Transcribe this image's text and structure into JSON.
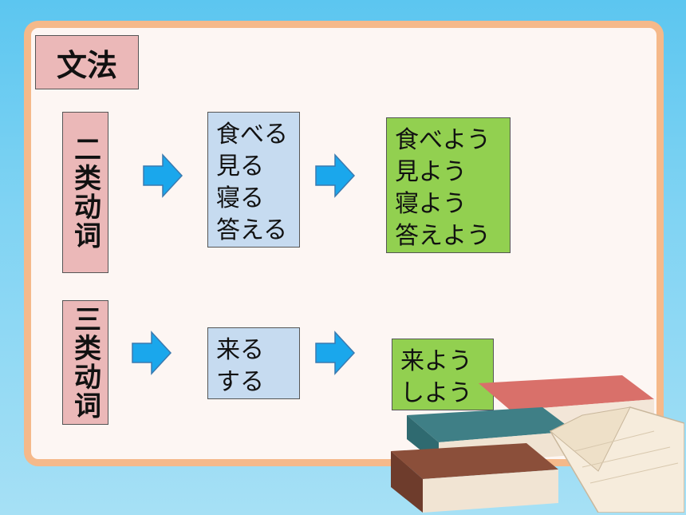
{
  "title": "文法",
  "group1": {
    "label": "二类动词",
    "base": [
      "食べる",
      "見る",
      "寝る",
      "答える"
    ],
    "volitional": [
      "食べよう",
      "見よう",
      "寝よう",
      "答えよう"
    ]
  },
  "group3": {
    "label": "三类动词",
    "base": [
      "来る",
      "する"
    ],
    "volitional": [
      "来よう",
      "しよう"
    ]
  },
  "colors": {
    "label_bg": "#ebb8b8",
    "base_bg": "#c6dbf0",
    "volitional_bg": "#92d050",
    "arrow": "#1aa7ec",
    "frame_border": "#f5b98a"
  }
}
